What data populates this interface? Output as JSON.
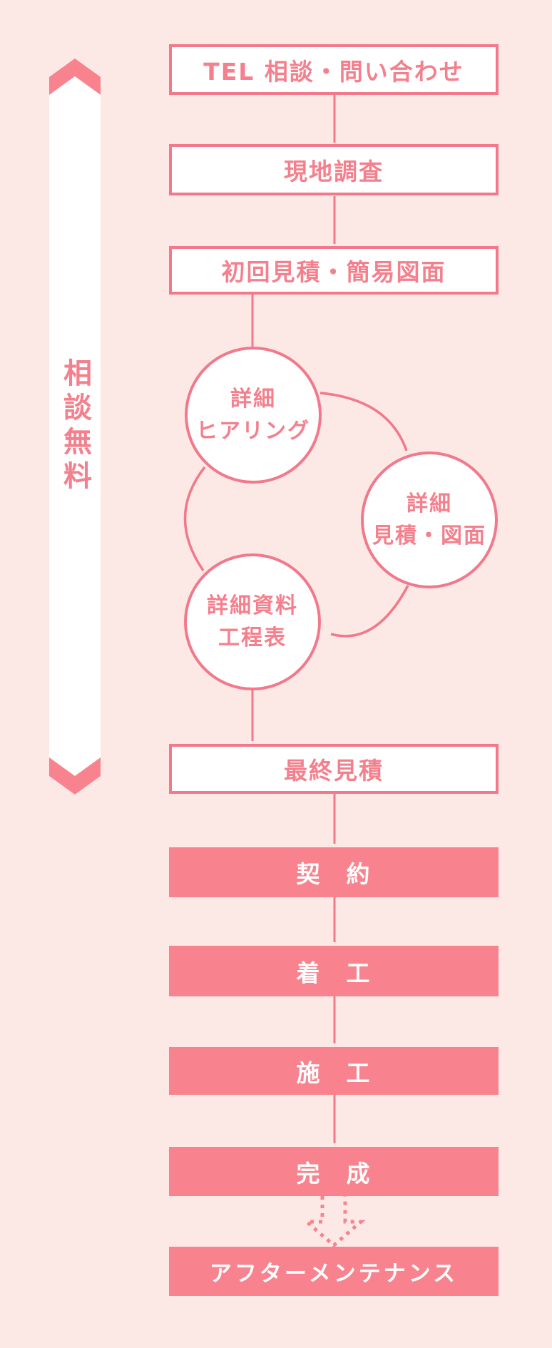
{
  "diagram": {
    "sidebar_label": "相談無料",
    "steps_outlined": [
      {
        "label": "TEL 相談・問い合わせ"
      },
      {
        "label": "現地調査"
      },
      {
        "label": "初回見積・簡易図面"
      },
      {
        "label": "最終見積"
      }
    ],
    "cycle_steps": [
      {
        "line1": "詳細",
        "line2": "ヒアリング"
      },
      {
        "line1": "詳細",
        "line2": "見積・図面"
      },
      {
        "line1": "詳細資料",
        "line2": "工程表"
      }
    ],
    "steps_solid": [
      {
        "label": "契　約"
      },
      {
        "label": "着　工"
      },
      {
        "label": "施　工"
      },
      {
        "label": "完　成"
      },
      {
        "label": "アフターメンテナンス"
      }
    ],
    "colors": {
      "background": "#fce9e6",
      "accent_pink": "#f8838e",
      "line_pink": "#f2798b",
      "text_pink": "#f4808d",
      "box_white": "#ffffff"
    }
  }
}
